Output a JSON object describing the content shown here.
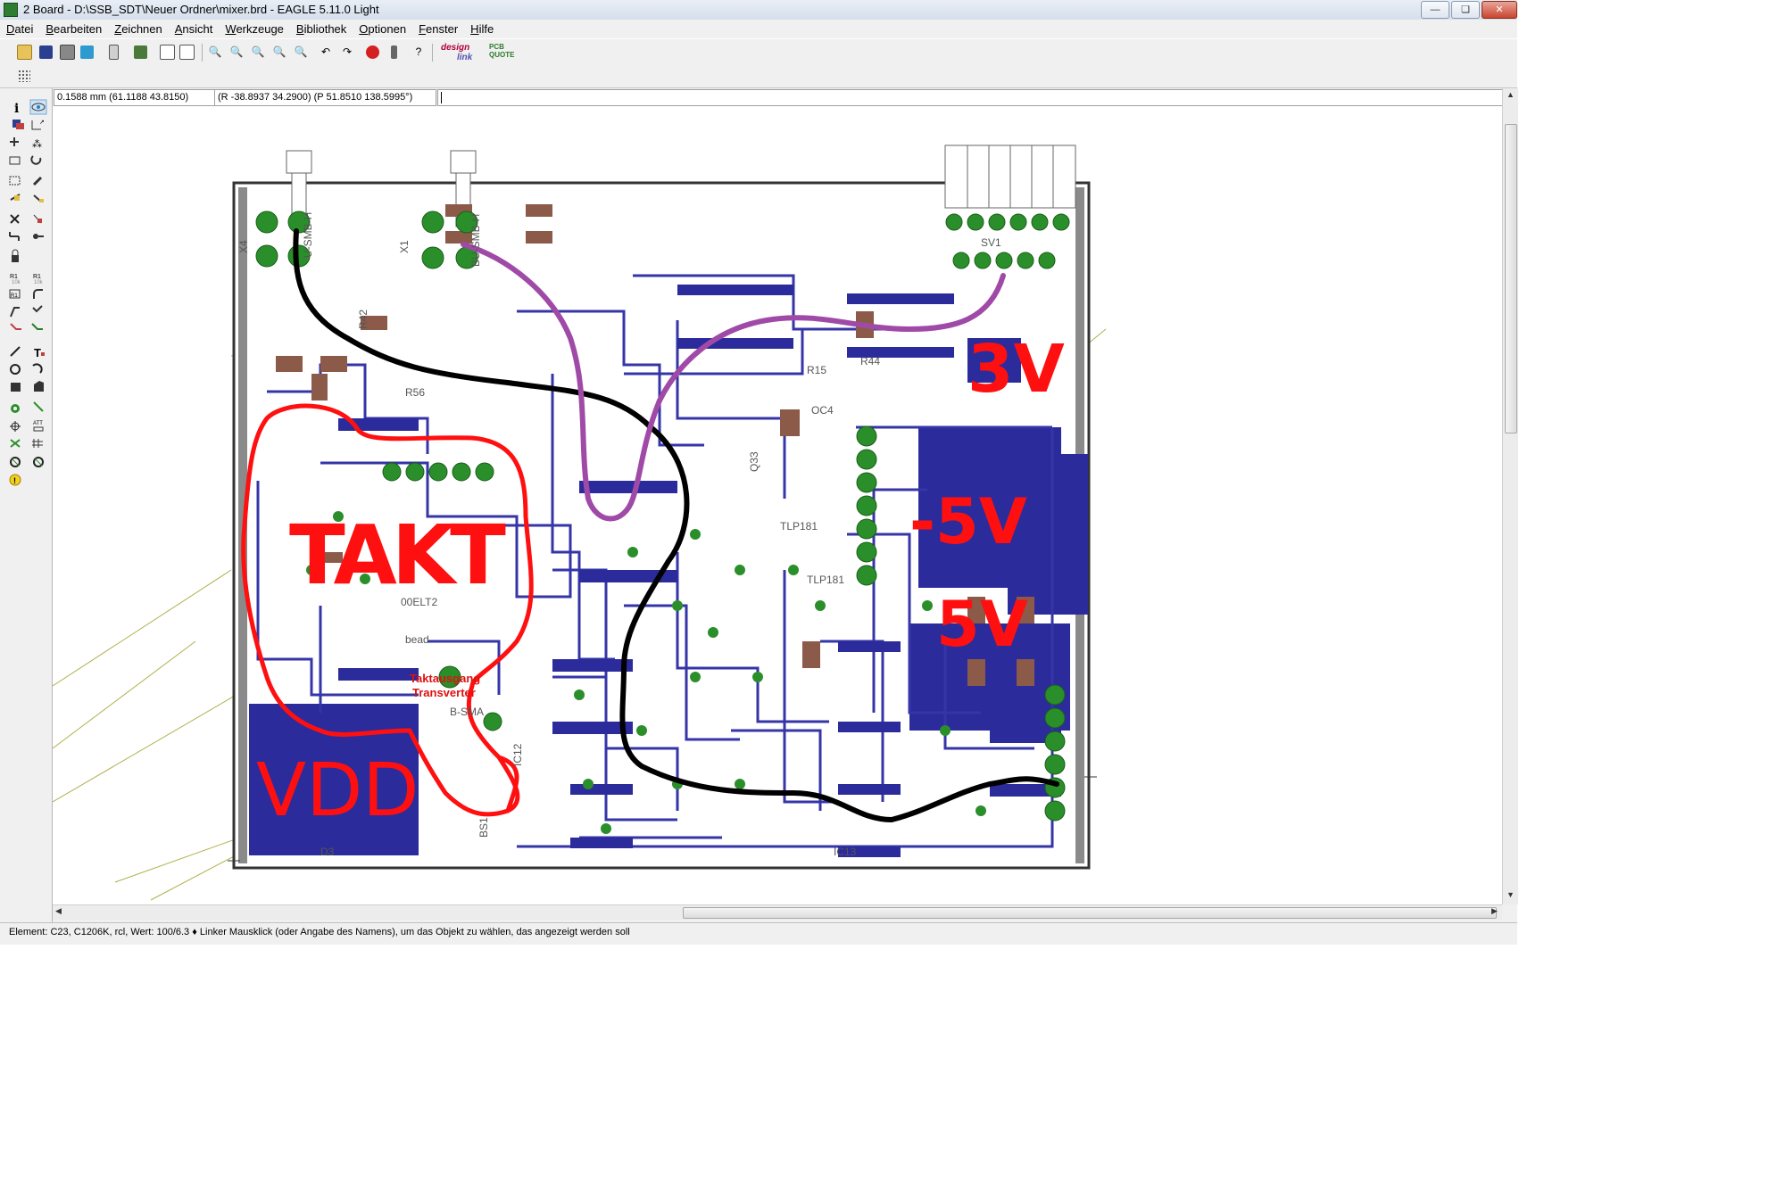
{
  "window": {
    "title": "2 Board - D:\\SSB_SDT\\Neuer Ordner\\mixer.brd - EAGLE 5.11.0 Light",
    "buttons": [
      "minimize",
      "maximize",
      "close"
    ]
  },
  "menu": [
    {
      "label": "Datei",
      "icon": ""
    },
    {
      "label": "Bearbeiten"
    },
    {
      "label": "Zeichnen"
    },
    {
      "label": "Ansicht"
    },
    {
      "label": "Werkzeuge"
    },
    {
      "label": "Bibliothek"
    },
    {
      "label": "Optionen"
    },
    {
      "label": "Fenster"
    },
    {
      "label": "Hilfe"
    }
  ],
  "toolbar": {
    "icons": [
      "open-icon",
      "save-icon",
      "print-icon",
      "cam-icon",
      "ulp-icon",
      "library-icon",
      "script-icon",
      "run-icon",
      "zoom-fit-icon",
      "zoom-in-icon",
      "zoom-out-icon",
      "zoom-redraw-icon",
      "zoom-select-icon",
      "undo-icon",
      "redo-icon",
      "stop-icon",
      "go-icon",
      "help-icon"
    ],
    "designlink_top": "design",
    "designlink_bottom": "link",
    "pcbquote_top": "PCB",
    "pcbquote_bottom": "QUOTE"
  },
  "coords": {
    "grid": "0.1588 mm (61.1188 43.8150)",
    "polar": "(R -38.8937 34.2900) (P 51.8510 138.5995°)"
  },
  "board": {
    "annotations": {
      "takt": "TAKT",
      "vdd": "VDD",
      "v3": "3V",
      "vneg5": "-5V",
      "v5": "5V",
      "takt_out_1": "Taktausgang",
      "takt_out_2": "Transverter"
    },
    "component_labels": {
      "x4": "X4",
      "x1": "X1",
      "sv1": "SV1",
      "d3": "D3",
      "bsmb_h_1": "U-SMB-H",
      "bsmb_h_2": "BU-SMB-H",
      "oc4": "OC4",
      "tlp181_1": "TLP181",
      "tlp181_2": "TLP181",
      "r15": "R15",
      "r44": "R44",
      "r56": "R56",
      "r42": "R42",
      "ic12": "IC12",
      "ic13": "IC13",
      "el12": "00ELT2",
      "bead": "bead",
      "bsma": "B-SMA",
      "q33": "Q33",
      "bs1": "BS1"
    },
    "colors": {
      "copper": "#2b2b9c",
      "trace": "#3535a8",
      "pad": "#2a8f2a",
      "smd": "#8c5a48",
      "red_marker": "#ff1010",
      "black_marker": "#000000",
      "purple_marker": "#a04aa8",
      "airwire": "#b0b050"
    }
  },
  "statusbar": {
    "text": "Element: C23, C1206K, rcl, Wert: 100/6.3  ♦ Linker Mausklick (oder Angabe des Namens), um das Objekt zu wählen, das angezeigt werden soll"
  }
}
